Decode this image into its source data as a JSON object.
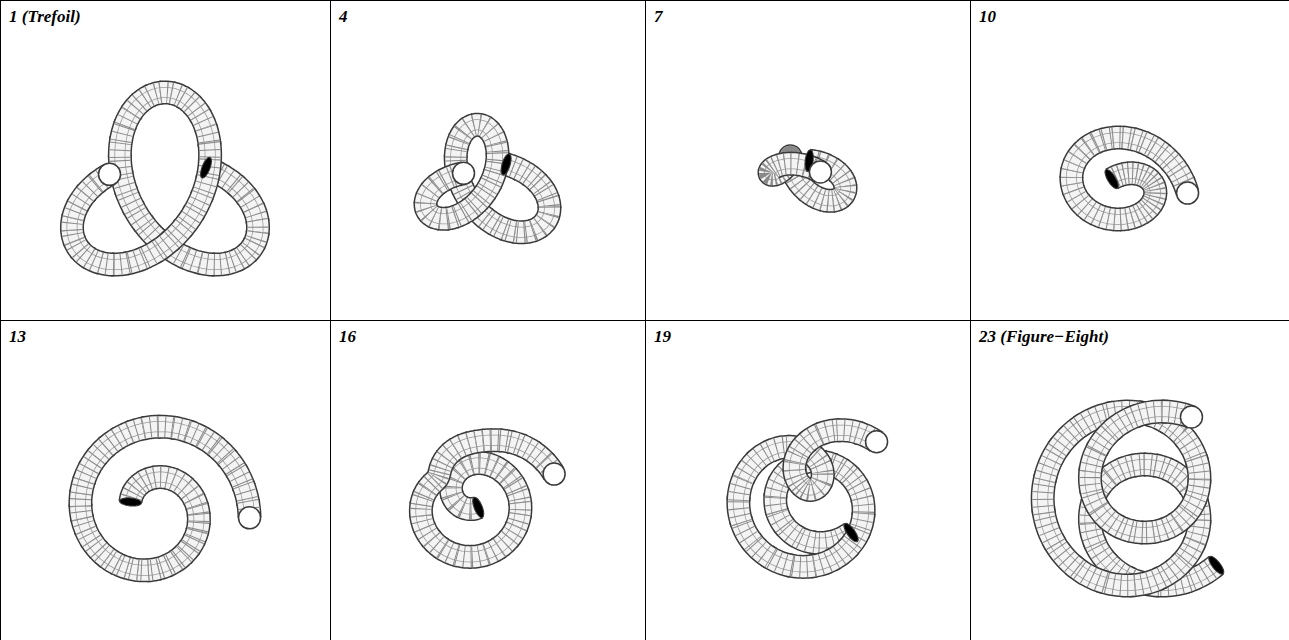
{
  "diagram": {
    "nodes": [
      {
        "text": [
          "1 (Trefoil)"
        ]
      },
      {
        "text": [
          "4"
        ]
      },
      {
        "text": [
          "7"
        ]
      },
      {
        "text": [
          "10"
        ]
      },
      {
        "text": [
          "13"
        ]
      },
      {
        "text": [
          "16"
        ]
      },
      {
        "text": [
          "19"
        ]
      },
      {
        "text": [
          "23 (Figure−Eight)"
        ]
      }
    ]
  }
}
